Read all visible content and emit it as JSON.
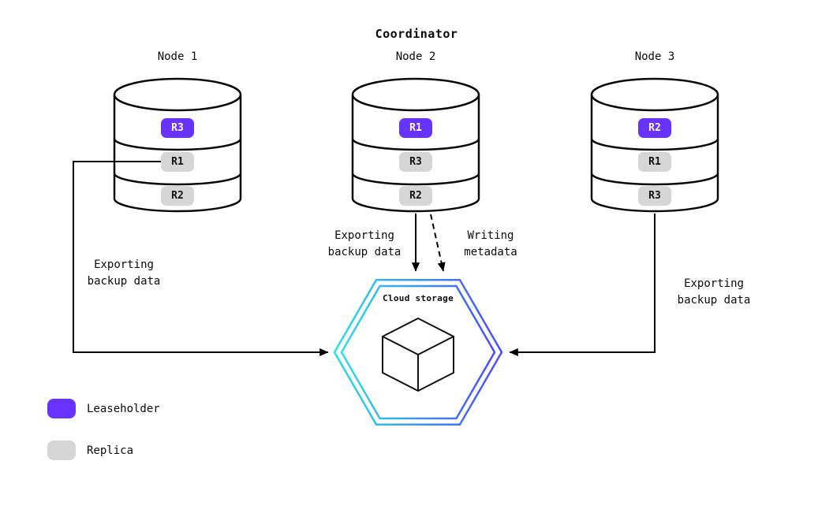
{
  "title": "Coordinator",
  "nodes": [
    {
      "label": "Node 1",
      "replicas": [
        {
          "label": "R3",
          "type": "leaseholder"
        },
        {
          "label": "R1",
          "type": "replica"
        },
        {
          "label": "R2",
          "type": "replica"
        }
      ]
    },
    {
      "label": "Node 2",
      "replicas": [
        {
          "label": "R1",
          "type": "leaseholder"
        },
        {
          "label": "R3",
          "type": "replica"
        },
        {
          "label": "R2",
          "type": "replica"
        }
      ]
    },
    {
      "label": "Node 3",
      "replicas": [
        {
          "label": "R2",
          "type": "leaseholder"
        },
        {
          "label": "R1",
          "type": "replica"
        },
        {
          "label": "R3",
          "type": "replica"
        }
      ]
    }
  ],
  "cloud_storage": {
    "label": "Cloud storage",
    "icon": "cube-icon"
  },
  "edges": {
    "node1_export": {
      "label": "Exporting\nbackup data",
      "style": "solid"
    },
    "node2_export": {
      "label": "Exporting\nbackup data",
      "style": "solid"
    },
    "node2_metadata": {
      "label": "Writing\nmetadata",
      "style": "dashed"
    },
    "node3_export": {
      "label": "Exporting\nbackup data",
      "style": "solid"
    }
  },
  "legend": [
    {
      "label": "Leaseholder",
      "type": "leaseholder",
      "color": "#6933FF"
    },
    {
      "label": "Replica",
      "type": "replica",
      "color": "#D6D6D6"
    }
  ],
  "colors": {
    "leaseholder": "#6933FF",
    "replica": "#D6D6D6",
    "hexagon_gradient_start": "#2BE0E6",
    "hexagon_gradient_end": "#4B4BFF",
    "line": "#000000"
  }
}
